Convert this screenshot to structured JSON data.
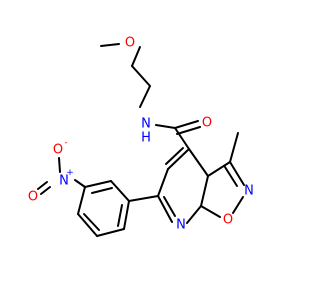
{
  "molecule": {
    "colors": {
      "bond": "#000000",
      "oxygen": "#ff0000",
      "nitrogen": "#0000ff"
    },
    "atoms": {
      "o_methoxy": "O",
      "nh_amide": "N",
      "h_amide": "H",
      "o_carbonyl": "O",
      "n_isoxazole": "N",
      "o_isoxazole": "O",
      "n_pyridine": "N",
      "n_nitro": "N",
      "nitro_plus": "+",
      "o_nitro_minus": "O",
      "nitro_minus": "-",
      "o_nitro": "O"
    }
  }
}
